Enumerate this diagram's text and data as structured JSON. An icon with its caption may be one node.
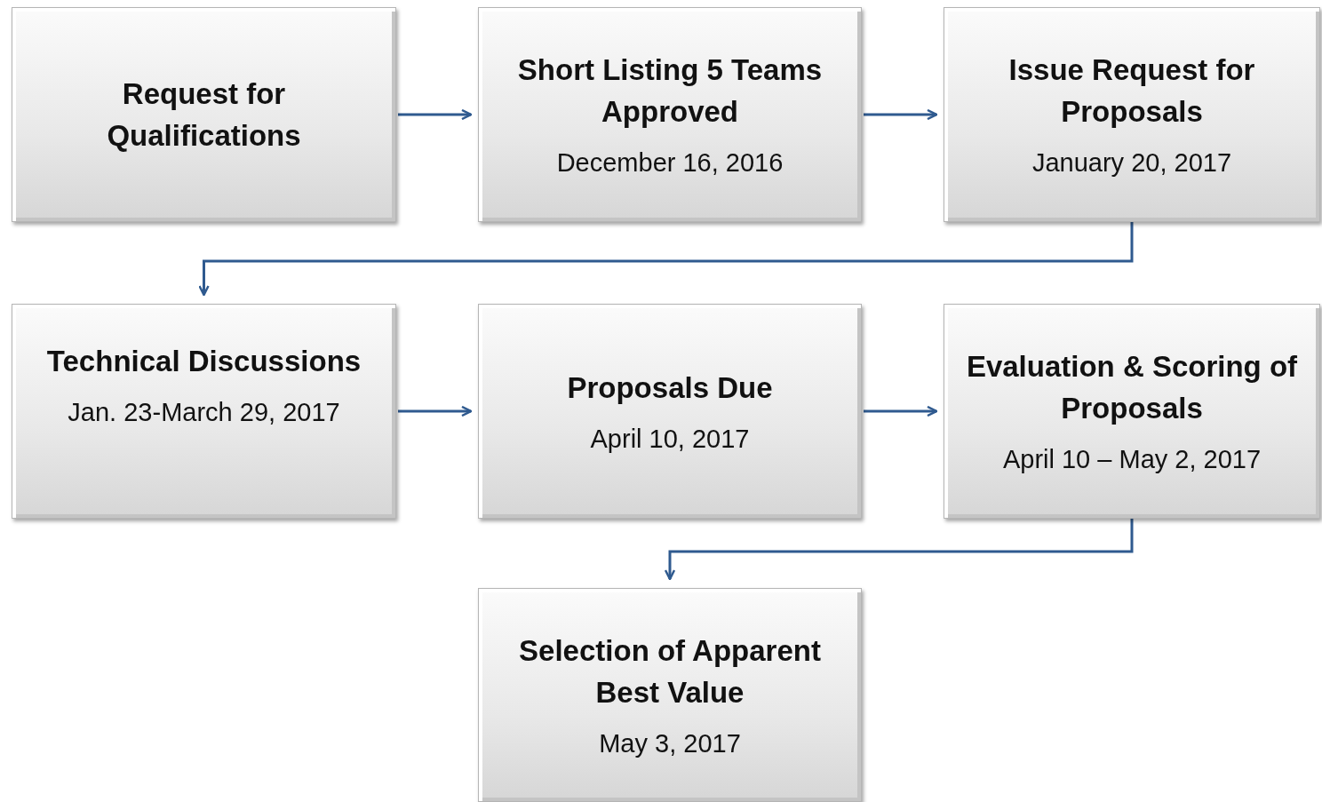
{
  "diagram": {
    "nodes": [
      {
        "text": [
          "Request for Qualifications"
        ]
      },
      {
        "text": [
          "Short Listing 5 Teams Approved",
          "December 16, 2016"
        ]
      },
      {
        "text": [
          "Issue Request for Proposals",
          "January 20, 2017"
        ]
      },
      {
        "text": [
          "Technical Discussions",
          "Jan. 23-March 29, 2017"
        ]
      },
      {
        "text": [
          "Proposals Due",
          "April 10, 2017"
        ]
      },
      {
        "text": [
          "Evaluation & Scoring of Proposals",
          "April 10 – May 2, 2017"
        ]
      },
      {
        "text": [
          "Selection of Apparent Best Value",
          "May 3, 2017"
        ]
      }
    ],
    "edges": [
      {
        "from": 0,
        "to": 1,
        "arrow": "to"
      },
      {
        "from": 1,
        "to": 2,
        "arrow": "to"
      },
      {
        "from": 2,
        "to": 3,
        "arrow": "to"
      },
      {
        "from": 3,
        "to": 4,
        "arrow": "to"
      },
      {
        "from": 4,
        "to": 5,
        "arrow": "to"
      },
      {
        "from": 5,
        "to": 6,
        "arrow": "to"
      }
    ]
  }
}
